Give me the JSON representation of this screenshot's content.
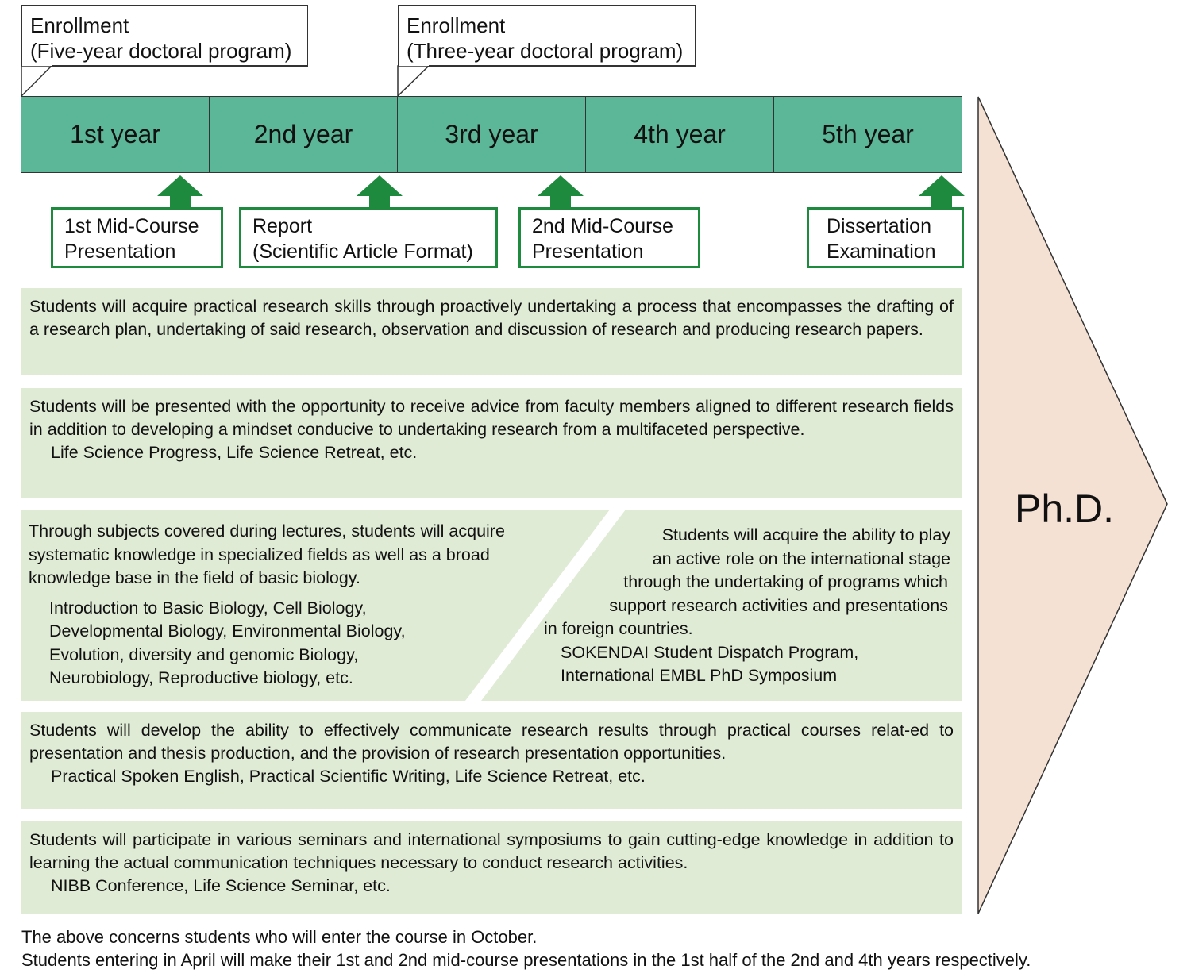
{
  "enrollment": {
    "five_year": {
      "line1": "Enrollment",
      "line2": "(Five-year doctoral program)"
    },
    "three_year": {
      "line1": "Enrollment",
      "line2": "(Three-year doctoral program)"
    }
  },
  "years": [
    "1st year",
    "2nd year",
    "3rd year",
    "4th year",
    "5th year"
  ],
  "milestones": [
    {
      "line1": "1st Mid-Course",
      "line2": "Presentation"
    },
    {
      "line1": "Report",
      "line2": "(Scientific Article Format)"
    },
    {
      "line1": "2nd Mid-Course",
      "line2": "Presentation"
    },
    {
      "line1": "Dissertation",
      "line2": "Examination"
    }
  ],
  "blocks": {
    "research": {
      "text": "Students will acquire practical research skills through proactively undertaking a process that encompasses the drafting of a research plan, undertaking of said research, observation and discussion of research and producing research papers."
    },
    "advice": {
      "text": "Students will be presented with the opportunity to receive advice from faculty members aligned to different research fields in addition to developing a mindset conducive to undertaking research from a multifaceted perspective.",
      "examples": "Life Science Progress, Life Science Retreat, etc."
    },
    "lectures": {
      "lines": [
        "Through subjects covered during lectures, students will acquire",
        "systematic knowledge in specialized fields as well as a broad",
        "knowledge base in the field of basic biology."
      ],
      "examples": [
        "Introduction to Basic Biology, Cell Biology,",
        "Developmental Biology, Environmental Biology,",
        "Evolution, diversity and genomic Biology,",
        "Neurobiology, Reproductive biology, etc."
      ]
    },
    "international": {
      "lines": [
        "Students will acquire the ability to play",
        "an active role on the international stage",
        "through the undertaking of programs which",
        "support research activities and presentations",
        "in foreign countries."
      ],
      "examples": [
        "SOKENDAI Student Dispatch Program,",
        "International EMBL PhD Symposium"
      ]
    },
    "communication": {
      "text": "Students will develop the ability to effectively communicate research results through practical courses relat-ed to presentation and thesis production, and the provision of research presentation opportunities.",
      "examples": "Practical Spoken English, Practical Scientific Writing, Life Science Retreat, etc."
    },
    "seminars": {
      "text": "Students will participate in various seminars and international symposiums to gain cutting-edge knowledge in addition to learning the actual communication techniques necessary to conduct research activities.",
      "examples": "NIBB Conference, Life Science Seminar, etc."
    }
  },
  "outcome": "Ph.D.",
  "footnote": {
    "line1": "The above concerns students who will enter the course in October.",
    "line2": "Students entering in April will make their 1st and 2nd mid-course presentations in the 1st half of the 2nd and 4th years respectively."
  },
  "colors": {
    "year_bar": "#5bb797",
    "milestone_border": "#1e8a3d",
    "block_fill": "#e0ebd6",
    "phd_arrow": "#f5e1d3"
  },
  "icons": {
    "milestone_arrow": "arrow-up-icon"
  }
}
